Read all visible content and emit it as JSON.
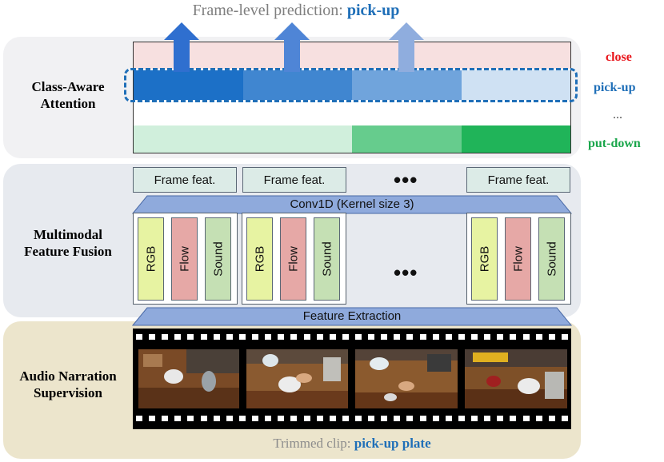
{
  "top_caption": {
    "prefix": "Frame-level prediction: ",
    "prediction": "pick-up"
  },
  "sections": {
    "attention": "Class-Aware\nAttention",
    "fusion": "Multimodal\nFeature Fusion",
    "supervision": "Audio Narration\nSupervision"
  },
  "classes": {
    "close": "close",
    "pickup": "pick-up",
    "ellipsis": "...",
    "putdown": "put-down"
  },
  "frame_feat_label": "Frame feat.",
  "conv_label": "Conv1D (Kernel size 3)",
  "modalities": {
    "rgb": "RGB",
    "flow": "Flow",
    "sound": "Sound"
  },
  "extraction_label": "Feature Extraction",
  "dots": "•••",
  "bottom_caption": {
    "prefix": "Trimmed clip: ",
    "label": "pick-up plate"
  },
  "colors": {
    "close": "#e8141a",
    "pickup": "#1f6fb8",
    "putdown": "#1aa64b",
    "panel_attention": "#f1f1f3",
    "panel_fusion": "#e7eaef",
    "panel_supervision": "#ece5cc",
    "conv_bar": "#8faadc",
    "rgb": "#e7f3a2",
    "flow": "#e6a8a6",
    "sound": "#c5e0b4"
  },
  "attention_levels": {
    "pickup": [
      0.95,
      0.8,
      0.6,
      0.2
    ],
    "putdown": [
      0.2,
      0.2,
      0.65,
      0.95
    ]
  }
}
